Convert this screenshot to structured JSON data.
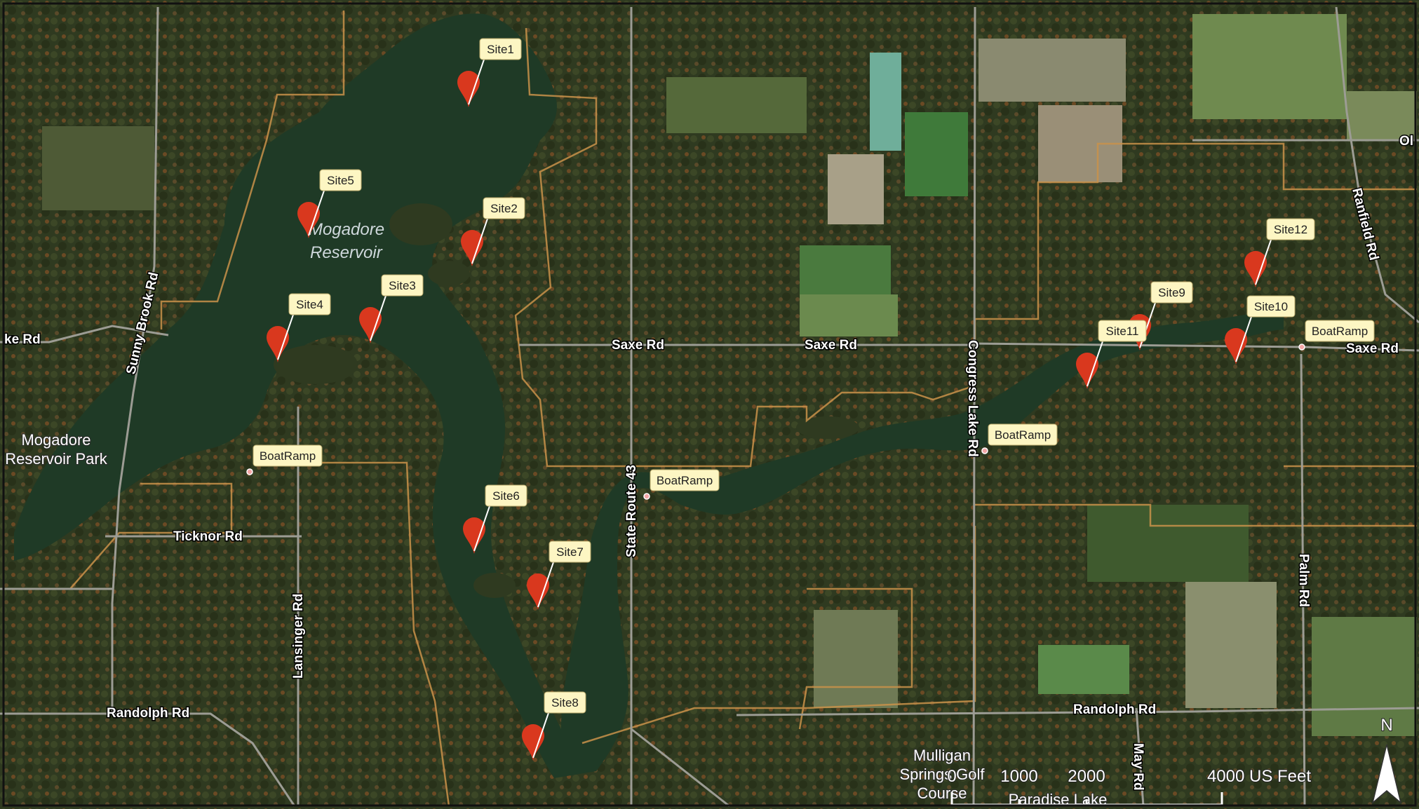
{
  "water_label": [
    "Mogadore",
    "Reservoir"
  ],
  "sites": [
    "Site1",
    "Site2",
    "Site3",
    "Site4",
    "Site5",
    "Site6",
    "Site7",
    "Site8",
    "Site9",
    "Site10",
    "Site11",
    "Site12"
  ],
  "boat_ramp": "BoatRamp",
  "roads": {
    "sunny_brook": "Sunny Brook Rd",
    "ke": "ke Rd",
    "saxe_1": "Saxe Rd",
    "saxe_2": "Saxe Rd",
    "saxe_3": "Saxe Rd",
    "congress_lake": "Congress Lake Rd",
    "state_route": "State Route 43",
    "ticknor": "Ticknor Rd",
    "lansinger": "Lansinger Rd",
    "randolph_1": "Randolph Rd",
    "randolph_2": "Randolph Rd",
    "ranfield": "Ranfield Rd",
    "palm": "Palm Rd",
    "may": "May Rd",
    "ol": "Ol"
  },
  "places": {
    "park": [
      "Mogadore",
      "Reservoir Park"
    ],
    "golf": [
      "Mulligan",
      "Springs Golf",
      "Course"
    ],
    "paradise": "Paradise Lake"
  },
  "scale": {
    "labels": [
      "0",
      "1000",
      "2000",
      "4000 US Feet"
    ]
  },
  "north": "N",
  "colors": {
    "water": "#1f3a26",
    "marker": "#d9381e",
    "label_bg": "#fdf6c3",
    "boundary": "#c9924a"
  }
}
